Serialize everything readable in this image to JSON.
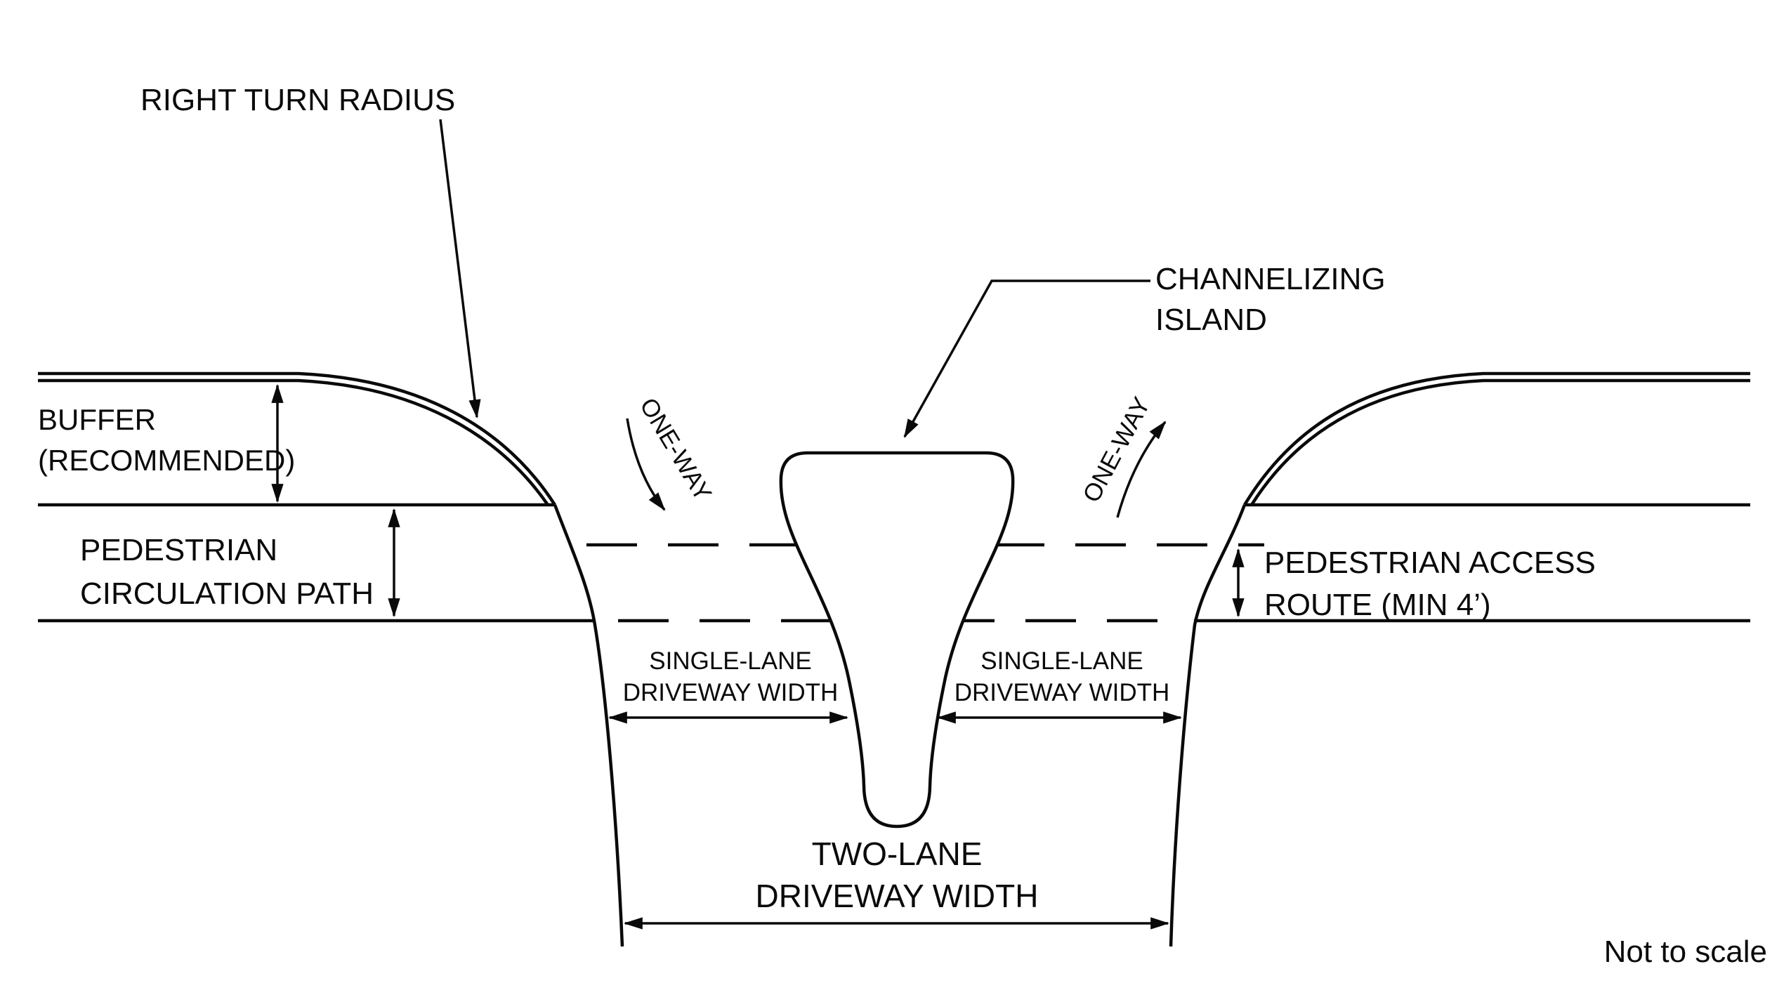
{
  "diagram": {
    "note": "Not to scale",
    "colors": {
      "ink": "#0a0a0a",
      "background": "#ffffff"
    },
    "labels": {
      "right_turn_radius": "RIGHT TURN RADIUS",
      "channelizing_island": {
        "line1": "CHANNELIZING",
        "line2": "ISLAND"
      },
      "buffer": {
        "line1": "BUFFER",
        "line2": "(RECOMMENDED)"
      },
      "pedestrian_circulation_path": {
        "line1": "PEDESTRIAN",
        "line2": "CIRCULATION PATH"
      },
      "pedestrian_access_route": {
        "line1": "PEDESTRIAN ACCESS",
        "line2": "ROUTE (MIN 4’)"
      },
      "one_way_left": "ONE-WAY",
      "one_way_right": "ONE-WAY",
      "single_lane_left": {
        "line1": "SINGLE-LANE",
        "line2": "DRIVEWAY WIDTH"
      },
      "single_lane_right": {
        "line1": "SINGLE-LANE",
        "line2": "DRIVEWAY WIDTH"
      },
      "two_lane": {
        "line1": "TWO-LANE",
        "line2": "DRIVEWAY WIDTH"
      }
    }
  }
}
